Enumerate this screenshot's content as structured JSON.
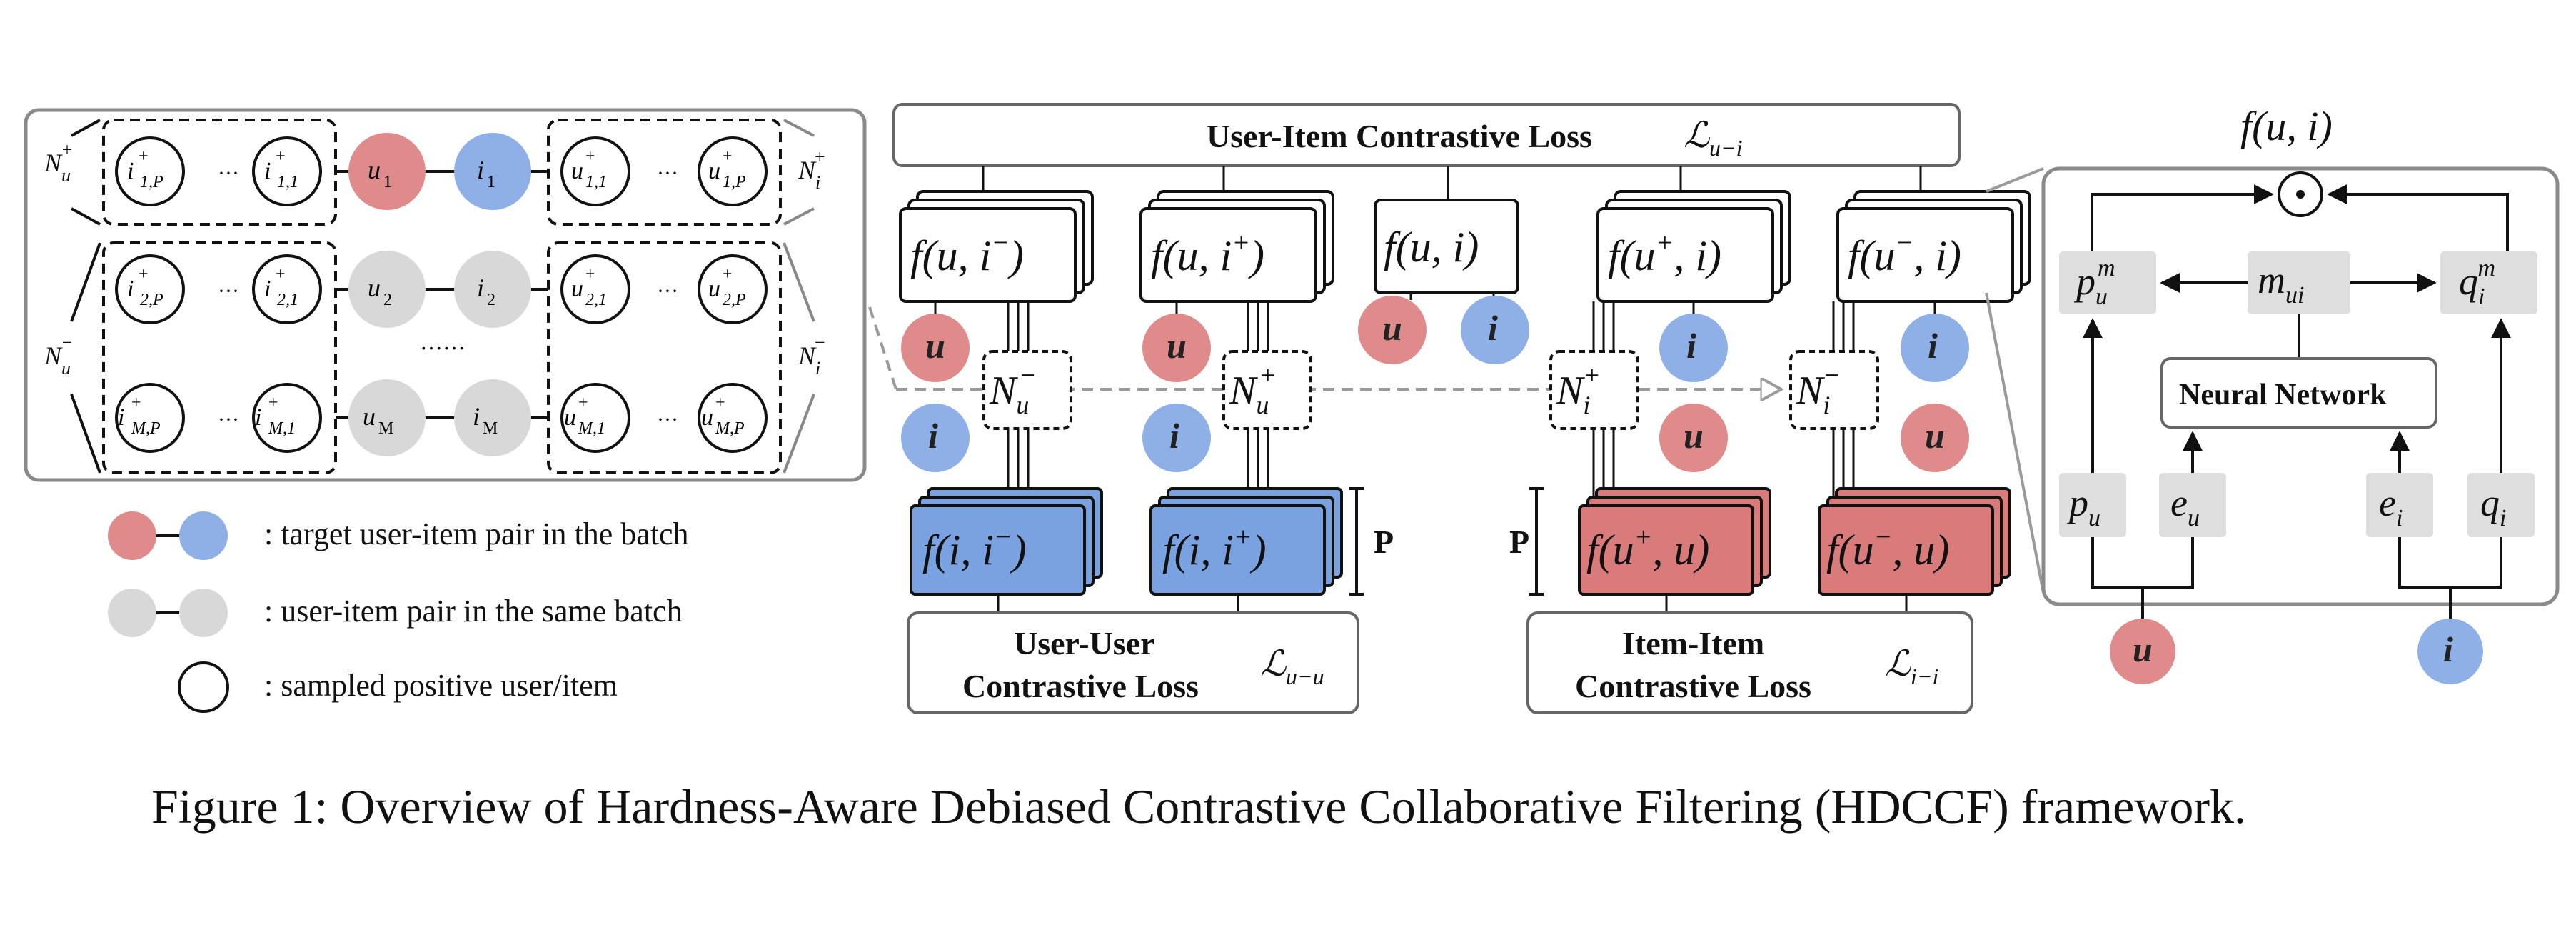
{
  "colors": {
    "user": "#e08b8b",
    "item": "#8fb0e6",
    "gray_node": "#d8d8d8",
    "user_box": "#d97b7b",
    "item_box": "#7aa2e0",
    "gray_box": "#dedede",
    "panel_border": "#8a8a8a",
    "dashed_arrow": "#9a9a9a"
  },
  "top_loss": {
    "label": "User-Item Contrastive Loss",
    "symbol": "ℒ",
    "sub": "u−i"
  },
  "uu_loss": {
    "line1": "User-User",
    "line2": "Contrastive Loss",
    "symbol": "ℒ",
    "sub": "u−u"
  },
  "ii_loss": {
    "line1": "Item-Item",
    "line2": "Contrastive Loss",
    "symbol": "ℒ",
    "sub": "i−i"
  },
  "score_boxes": {
    "b1": {
      "f": "f(u, i",
      "sup": "−",
      "end": ")"
    },
    "b2": {
      "f": "f(u, i",
      "sup": "+",
      "end": ")"
    },
    "b3": {
      "f": "f(u, i)"
    },
    "b4": {
      "f": "f(u",
      "sup": "+",
      "end": ", i)"
    },
    "b5": {
      "f": "f(u",
      "sup": "−",
      "end": ", i)"
    }
  },
  "sim_boxes": {
    "s1": {
      "f": "f(i, i",
      "sup": "−",
      "end": ")"
    },
    "s2": {
      "f": "f(i, i",
      "sup": "+",
      "end": ")"
    },
    "s3": {
      "f": "f(u",
      "sup": "+",
      "end": ", u)"
    },
    "s4": {
      "f": "f(u",
      "sup": "−",
      "end": ", u)"
    }
  },
  "node_letters": {
    "u": "u",
    "i": "i"
  },
  "neighbor_sets": {
    "nu_minus": {
      "base": "N",
      "sub": "u",
      "sup": "−"
    },
    "nu_plus": {
      "base": "N",
      "sub": "u",
      "sup": "+"
    },
    "ni_plus": {
      "base": "N",
      "sub": "i",
      "sup": "+"
    },
    "ni_minus": {
      "base": "N",
      "sub": "i",
      "sup": "−"
    }
  },
  "p_label": "P",
  "batch_panel": {
    "ellipsis": "···",
    "dots": "······",
    "row1": {
      "left": [
        "i",
        "1,P",
        "i",
        "1,1"
      ],
      "u": "u",
      "us": "1",
      "i": "i",
      "is": "1",
      "right": [
        "u",
        "1,1",
        "u",
        "1,P"
      ]
    },
    "row2": {
      "left": [
        "i",
        "2,P",
        "i",
        "2,1"
      ],
      "u": "u",
      "us": "2",
      "i": "i",
      "is": "2",
      "right": [
        "u",
        "2,1",
        "u",
        "2,P"
      ]
    },
    "row3": {
      "left": [
        "i",
        "M,P",
        "i",
        "M,1"
      ],
      "u": "u",
      "us": "M",
      "i": "i",
      "is": "M",
      "right": [
        "u",
        "M,1",
        "u",
        "M,P"
      ]
    },
    "side_labels": {
      "nu_plus": [
        "N",
        "u",
        "+"
      ],
      "nu_minus": [
        "N",
        "u",
        "−"
      ],
      "ni_plus": [
        "N",
        "i",
        "+"
      ],
      "ni_minus": [
        "N",
        "i",
        "−"
      ]
    }
  },
  "legend": {
    "target": ": target user-item pair in the batch",
    "same_batch": ": user-item pair in the same batch",
    "sampled": ": sampled positive user/item"
  },
  "score_panel": {
    "title": "f(u, i)",
    "odot": "⊙",
    "pm": {
      "base": "p",
      "sub": "u",
      "sup": "m"
    },
    "mui": {
      "base": "m",
      "sub": "ui"
    },
    "qm": {
      "base": "q",
      "sub": "i",
      "sup": "m"
    },
    "nn": "Neural Network",
    "pu": {
      "base": "p",
      "sub": "u"
    },
    "eu": {
      "base": "e",
      "sub": "u"
    },
    "ei": {
      "base": "e",
      "sub": "i"
    },
    "qi": {
      "base": "q",
      "sub": "i"
    },
    "u": "u",
    "i": "i"
  },
  "caption": "Figure 1: Overview of Hardness-Aware Debiased Contrastive Collaborative Filtering (HDCCF) framework."
}
